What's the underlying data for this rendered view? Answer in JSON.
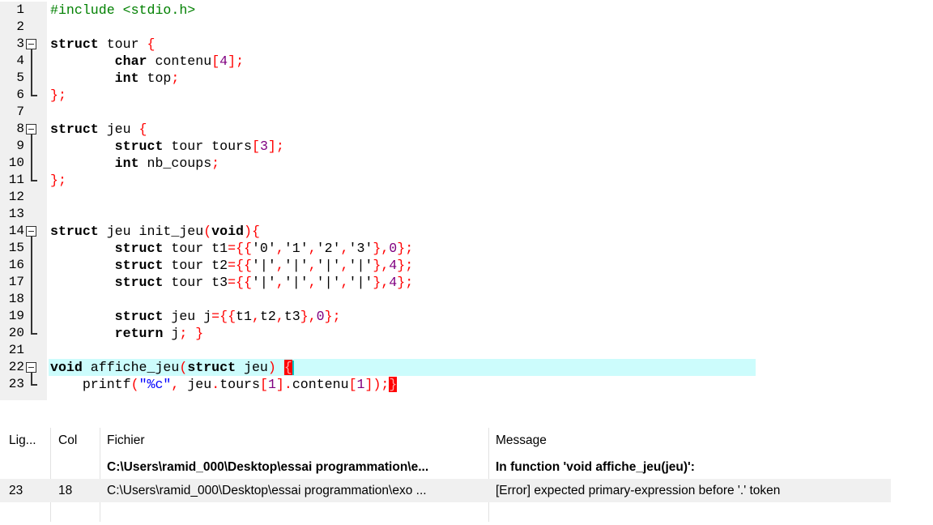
{
  "editor": {
    "lines": [
      [
        [
          "p",
          "#include <stdio.h>"
        ]
      ],
      [],
      [
        [
          "k",
          "struct"
        ],
        [
          "i",
          " tour "
        ],
        [
          "s",
          "{"
        ]
      ],
      [
        [
          "i",
          "        "
        ],
        [
          "k",
          "char"
        ],
        [
          "i",
          " contenu"
        ],
        [
          "s",
          "["
        ],
        [
          "n",
          "4"
        ],
        [
          "s",
          "];"
        ]
      ],
      [
        [
          "i",
          "        "
        ],
        [
          "k",
          "int"
        ],
        [
          "i",
          " top"
        ],
        [
          "s",
          ";"
        ]
      ],
      [
        [
          "s",
          "};"
        ]
      ],
      [],
      [
        [
          "k",
          "struct"
        ],
        [
          "i",
          " jeu "
        ],
        [
          "s",
          "{"
        ]
      ],
      [
        [
          "i",
          "        "
        ],
        [
          "k",
          "struct"
        ],
        [
          "i",
          " tour tours"
        ],
        [
          "s",
          "["
        ],
        [
          "n",
          "3"
        ],
        [
          "s",
          "];"
        ]
      ],
      [
        [
          "i",
          "        "
        ],
        [
          "k",
          "int"
        ],
        [
          "i",
          " nb_coups"
        ],
        [
          "s",
          ";"
        ]
      ],
      [
        [
          "s",
          "};"
        ]
      ],
      [],
      [],
      [
        [
          "k",
          "struct"
        ],
        [
          "i",
          " jeu init_jeu"
        ],
        [
          "s",
          "("
        ],
        [
          "k",
          "void"
        ],
        [
          "s",
          "){"
        ]
      ],
      [
        [
          "i",
          "        "
        ],
        [
          "k",
          "struct"
        ],
        [
          "i",
          " tour t1"
        ],
        [
          "s",
          "={{"
        ],
        [
          "c",
          "'0'"
        ],
        [
          "s",
          ","
        ],
        [
          "c",
          "'1'"
        ],
        [
          "s",
          ","
        ],
        [
          "c",
          "'2'"
        ],
        [
          "s",
          ","
        ],
        [
          "c",
          "'3'"
        ],
        [
          "s",
          "},"
        ],
        [
          "n",
          "0"
        ],
        [
          "s",
          "};"
        ]
      ],
      [
        [
          "i",
          "        "
        ],
        [
          "k",
          "struct"
        ],
        [
          "i",
          " tour t2"
        ],
        [
          "s",
          "={{"
        ],
        [
          "c",
          "'|'"
        ],
        [
          "s",
          ","
        ],
        [
          "c",
          "'|'"
        ],
        [
          "s",
          ","
        ],
        [
          "c",
          "'|'"
        ],
        [
          "s",
          ","
        ],
        [
          "c",
          "'|'"
        ],
        [
          "s",
          "},"
        ],
        [
          "n",
          "4"
        ],
        [
          "s",
          "};"
        ]
      ],
      [
        [
          "i",
          "        "
        ],
        [
          "k",
          "struct"
        ],
        [
          "i",
          " tour t3"
        ],
        [
          "s",
          "={{"
        ],
        [
          "c",
          "'|'"
        ],
        [
          "s",
          ","
        ],
        [
          "c",
          "'|'"
        ],
        [
          "s",
          ","
        ],
        [
          "c",
          "'|'"
        ],
        [
          "s",
          ","
        ],
        [
          "c",
          "'|'"
        ],
        [
          "s",
          "},"
        ],
        [
          "n",
          "4"
        ],
        [
          "s",
          "};"
        ]
      ],
      [],
      [
        [
          "i",
          "        "
        ],
        [
          "k",
          "struct"
        ],
        [
          "i",
          " jeu j"
        ],
        [
          "s",
          "={{"
        ],
        [
          "i",
          "t1"
        ],
        [
          "s",
          ","
        ],
        [
          "i",
          "t2"
        ],
        [
          "s",
          ","
        ],
        [
          "i",
          "t3"
        ],
        [
          "s",
          "},"
        ],
        [
          "n",
          "0"
        ],
        [
          "s",
          "};"
        ]
      ],
      [
        [
          "i",
          "        "
        ],
        [
          "k",
          "return"
        ],
        [
          "i",
          " j"
        ],
        [
          "s",
          ";"
        ],
        [
          "i",
          " "
        ],
        [
          "s",
          "}"
        ]
      ],
      [],
      [
        [
          "k",
          "void"
        ],
        [
          "i",
          " affiche_jeu"
        ],
        [
          "s",
          "("
        ],
        [
          "k",
          "struct"
        ],
        [
          "i",
          " jeu"
        ],
        [
          "s",
          ")"
        ],
        [
          "i",
          " "
        ],
        [
          "err",
          "{"
        ]
      ],
      [
        [
          "i",
          "    printf"
        ],
        [
          "s",
          "("
        ],
        [
          "q",
          "\"%c\""
        ],
        [
          "s",
          ","
        ],
        [
          "i",
          " jeu"
        ],
        [
          "s",
          "."
        ],
        [
          "i",
          "tours"
        ],
        [
          "s",
          "["
        ],
        [
          "n",
          "1"
        ],
        [
          "s",
          "]."
        ],
        [
          "i",
          "contenu"
        ],
        [
          "s",
          "["
        ],
        [
          "n",
          "1"
        ],
        [
          "s",
          "]);"
        ],
        [
          "err",
          "}"
        ]
      ]
    ],
    "highlighted_line": 22
  },
  "messages": {
    "headers": {
      "line": "Lig...",
      "col": "Col",
      "file": "Fichier",
      "message": "Message"
    },
    "rows": [
      {
        "line": "",
        "col": "",
        "file": "C:\\Users\\ramid_000\\Desktop\\essai programmation\\e...",
        "message": "In function 'void affiche_jeu(jeu)':",
        "bold": true
      },
      {
        "line": "23",
        "col": "18",
        "file": "C:\\Users\\ramid_000\\Desktop\\essai programmation\\exo ...",
        "message": "[Error] expected primary-expression before '.' token",
        "bold": false
      }
    ]
  }
}
